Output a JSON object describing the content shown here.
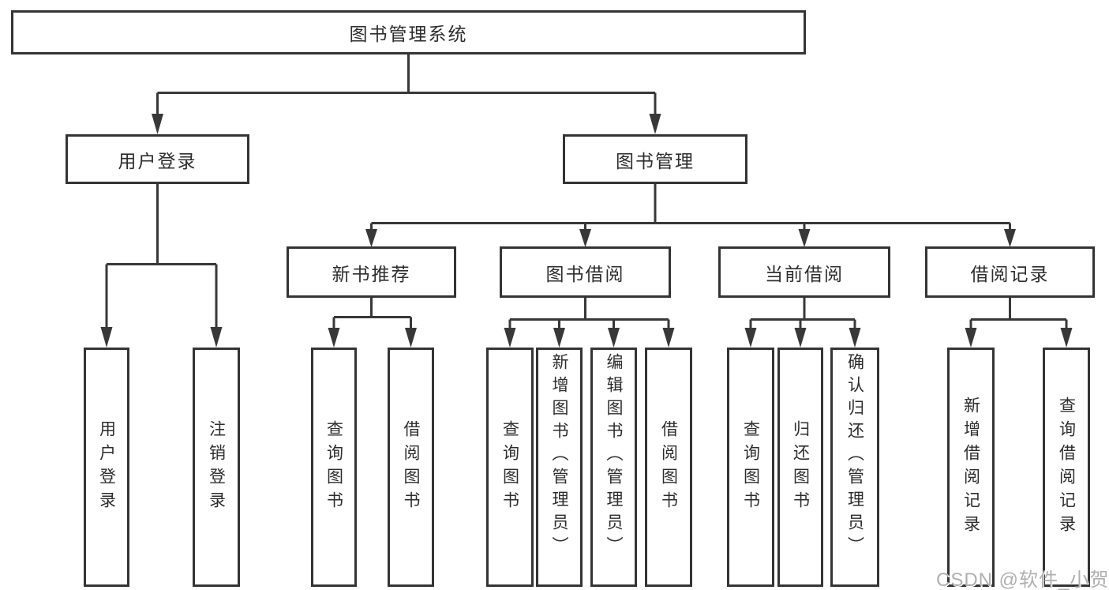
{
  "diagram": {
    "root": {
      "label": "图书管理系统"
    },
    "level2": [
      {
        "label": "用户登录"
      },
      {
        "label": "图书管理"
      }
    ],
    "level3": [
      {
        "label": "新书推荐"
      },
      {
        "label": "图书借阅"
      },
      {
        "label": "当前借阅"
      },
      {
        "label": "借阅记录"
      }
    ],
    "leaves": [
      {
        "label": "用户登录"
      },
      {
        "label": "注销登录"
      },
      {
        "label": "查询图书"
      },
      {
        "label": "借阅图书"
      },
      {
        "label": "查询图书"
      },
      {
        "label": "新增图书（管理员）"
      },
      {
        "label": "编辑图书（管理员）"
      },
      {
        "label": "借阅图书"
      },
      {
        "label": "查询图书"
      },
      {
        "label": "归还图书"
      },
      {
        "label": "确认归还（管理员）"
      },
      {
        "label": "新增借阅记录"
      },
      {
        "label": "查询借阅记录"
      }
    ],
    "colors": {
      "line": "#383838",
      "border": "#343434",
      "text": "#2d2d2d",
      "background": "#ffffff",
      "watermark": "#afafaf"
    }
  },
  "watermark": {
    "text": "CSDN @软件_小贺同学"
  }
}
